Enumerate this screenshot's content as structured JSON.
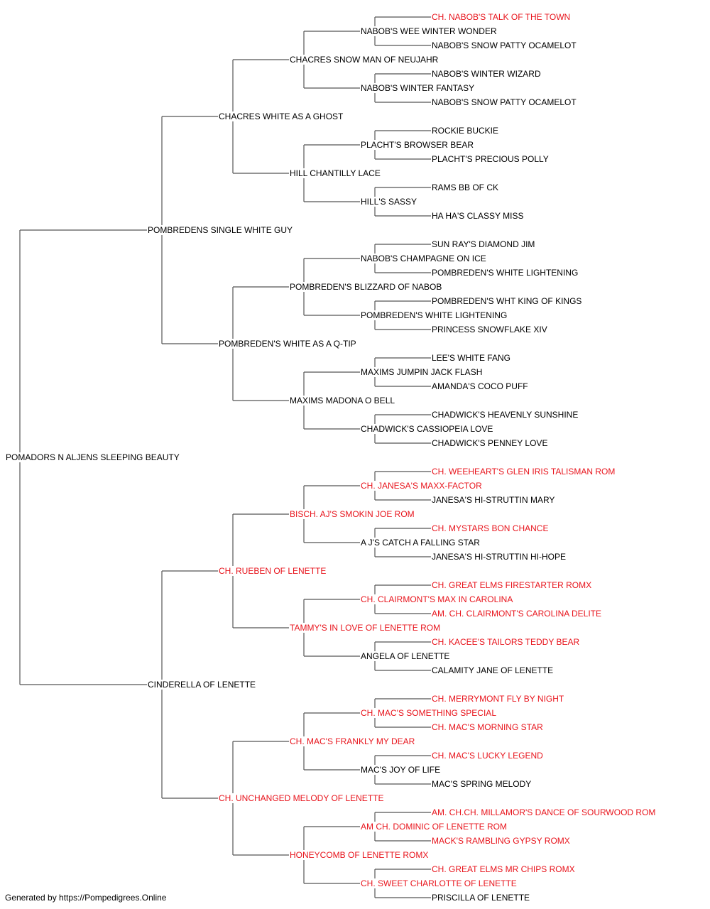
{
  "colors": {
    "line": "#555555",
    "text": "#000000",
    "champion": "#e8141c"
  },
  "footer": "Generated by https://Pompedigrees.Online",
  "pedigree": {
    "name": "POMADORS N ALJENS SLEEPING BEAUTY",
    "champion": false,
    "sire": {
      "name": "POMBREDENS SINGLE WHITE GUY",
      "champion": false,
      "sire": {
        "name": "CHACRES WHITE AS A GHOST",
        "champion": false,
        "sire": {
          "name": "CHACRES SNOW MAN OF NEUJAHR",
          "champion": false,
          "sire": {
            "name": "NABOB'S WEE WINTER WONDER",
            "champion": false,
            "sire": {
              "name": "CH. NABOB'S TALK OF THE TOWN",
              "champion": true
            },
            "dam": {
              "name": "NABOB'S SNOW PATTY OCAMELOT",
              "champion": false
            }
          },
          "dam": {
            "name": "NABOB'S WINTER FANTASY",
            "champion": false,
            "sire": {
              "name": "NABOB'S WINTER WIZARD",
              "champion": false
            },
            "dam": {
              "name": "NABOB'S SNOW PATTY OCAMELOT",
              "champion": false
            }
          }
        },
        "dam": {
          "name": "HILL CHANTILLY LACE",
          "champion": false,
          "sire": {
            "name": "PLACHT'S BROWSER BEAR",
            "champion": false,
            "sire": {
              "name": "ROCKIE BUCKIE",
              "champion": false
            },
            "dam": {
              "name": "PLACHT'S PRECIOUS POLLY",
              "champion": false
            }
          },
          "dam": {
            "name": "HILL'S SASSY",
            "champion": false,
            "sire": {
              "name": "RAMS BB OF CK",
              "champion": false
            },
            "dam": {
              "name": "HA HA'S CLASSY MISS",
              "champion": false
            }
          }
        }
      },
      "dam": {
        "name": "POMBREDEN'S WHITE AS A Q-TIP",
        "champion": false,
        "sire": {
          "name": "POMBREDEN'S BLIZZARD OF NABOB",
          "champion": false,
          "sire": {
            "name": "NABOB'S CHAMPAGNE ON ICE",
            "champion": false,
            "sire": {
              "name": "SUN RAY'S DIAMOND JIM",
              "champion": false
            },
            "dam": {
              "name": "POMBREDEN'S WHITE LIGHTENING",
              "champion": false
            }
          },
          "dam": {
            "name": "POMBREDEN'S WHITE LIGHTENING",
            "champion": false,
            "sire": {
              "name": "POMBREDEN'S WHT KING OF KINGS",
              "champion": false
            },
            "dam": {
              "name": "PRINCESS SNOWFLAKE XIV",
              "champion": false
            }
          }
        },
        "dam": {
          "name": "MAXIMS MADONA O BELL",
          "champion": false,
          "sire": {
            "name": "MAXIMS JUMPIN JACK FLASH",
            "champion": false,
            "sire": {
              "name": "LEE'S WHITE FANG",
              "champion": false
            },
            "dam": {
              "name": "AMANDA'S COCO PUFF",
              "champion": false
            }
          },
          "dam": {
            "name": "CHADWICK'S CASSIOPEIA LOVE",
            "champion": false,
            "sire": {
              "name": "CHADWICK'S HEAVENLY SUNSHINE",
              "champion": false
            },
            "dam": {
              "name": "CHADWICK'S PENNEY LOVE",
              "champion": false
            }
          }
        }
      }
    },
    "dam": {
      "name": "CINDERELLA OF LENETTE",
      "champion": false,
      "sire": {
        "name": "CH. RUEBEN OF LENETTE",
        "champion": true,
        "sire": {
          "name": "BISCH. AJ'S SMOKIN JOE ROM",
          "champion": true,
          "sire": {
            "name": "CH. JANESA'S MAXX-FACTOR",
            "champion": true,
            "sire": {
              "name": "CH. WEEHEART'S GLEN IRIS TALISMAN ROM",
              "champion": true
            },
            "dam": {
              "name": "JANESA'S HI-STRUTTIN MARY",
              "champion": false
            }
          },
          "dam": {
            "name": "A J'S CATCH A FALLING STAR",
            "champion": false,
            "sire": {
              "name": "CH. MYSTARS BON CHANCE",
              "champion": true
            },
            "dam": {
              "name": "JANESA'S HI-STRUTTIN HI-HOPE",
              "champion": false
            }
          }
        },
        "dam": {
          "name": "TAMMY'S IN LOVE OF LENETTE ROM",
          "champion": true,
          "sire": {
            "name": "CH. CLAIRMONT'S MAX IN CAROLINA",
            "champion": true,
            "sire": {
              "name": "CH. GREAT ELMS FIRESTARTER ROMX",
              "champion": true
            },
            "dam": {
              "name": "AM. CH. CLAIRMONT'S CAROLINA DELITE",
              "champion": true
            }
          },
          "dam": {
            "name": "ANGELA OF LENETTE",
            "champion": false,
            "sire": {
              "name": "CH. KACEE'S TAILORS TEDDY BEAR",
              "champion": true
            },
            "dam": {
              "name": "CALAMITY JANE OF LENETTE",
              "champion": false
            }
          }
        }
      },
      "dam": {
        "name": "CH. UNCHANGED MELODY OF LENETTE",
        "champion": true,
        "sire": {
          "name": "CH. MAC'S FRANKLY MY DEAR",
          "champion": true,
          "sire": {
            "name": "CH. MAC'S SOMETHING SPECIAL",
            "champion": true,
            "sire": {
              "name": "CH. MERRYMONT FLY BY NIGHT",
              "champion": true
            },
            "dam": {
              "name": "CH. MAC'S MORNING STAR",
              "champion": true
            }
          },
          "dam": {
            "name": "MAC'S JOY OF LIFE",
            "champion": false,
            "sire": {
              "name": "CH. MAC'S LUCKY LEGEND",
              "champion": true
            },
            "dam": {
              "name": "MAC'S SPRING MELODY",
              "champion": false
            }
          }
        },
        "dam": {
          "name": "HONEYCOMB OF LENETTE ROMX",
          "champion": true,
          "sire": {
            "name": "AM CH. DOMINIC OF LENETTE ROM",
            "champion": true,
            "sire": {
              "name": "AM. CH.CH. MILLAMOR'S DANCE OF SOURWOOD ROM",
              "champion": true
            },
            "dam": {
              "name": "MACK'S RAMBLING GYPSY ROMX",
              "champion": true
            }
          },
          "dam": {
            "name": "CH. SWEET CHARLOTTE OF LENETTE",
            "champion": true,
            "sire": {
              "name": "CH. GREAT ELMS MR CHIPS ROMX",
              "champion": true
            },
            "dam": {
              "name": "PRISCILLA OF LENETTE",
              "champion": false
            }
          }
        }
      }
    }
  }
}
